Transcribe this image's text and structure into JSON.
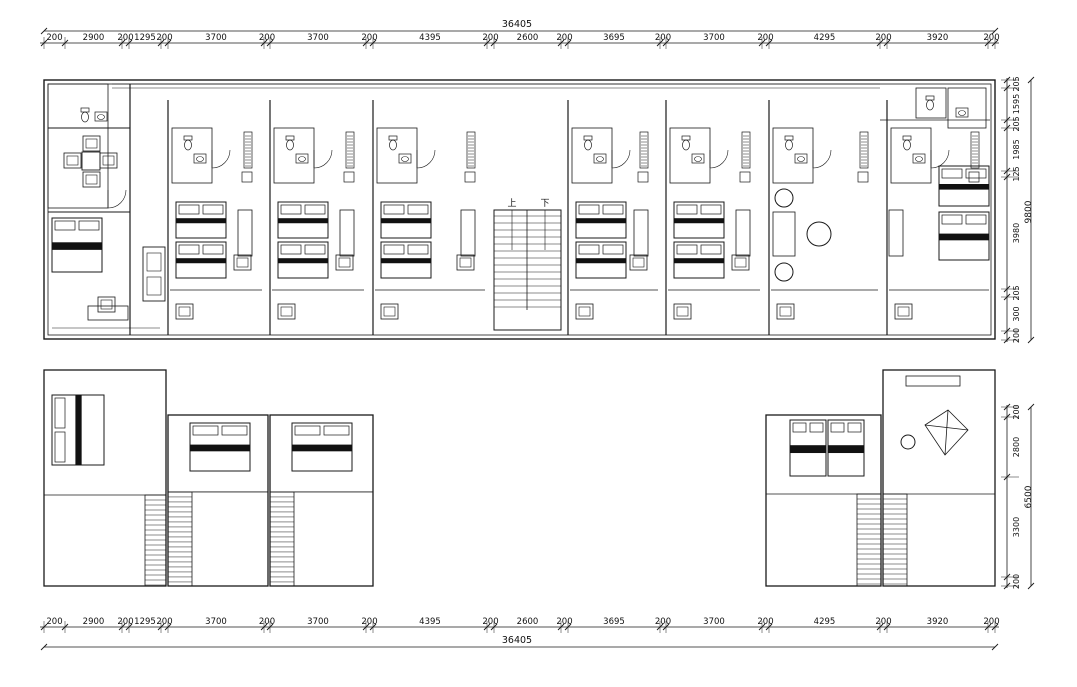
{
  "dimensions": {
    "total": "36405",
    "top_segments": [
      "200",
      "2900",
      "200",
      "1295",
      "200",
      "3700",
      "200",
      "3700",
      "200",
      "4395",
      "200",
      "2600",
      "200",
      "3695",
      "200",
      "3700",
      "200",
      "4295",
      "200",
      "3920",
      "200"
    ],
    "bottom_segments": [
      "200",
      "2900",
      "200",
      "1295",
      "200",
      "3700",
      "200",
      "3700",
      "200",
      "4395",
      "200",
      "2600",
      "200",
      "3695",
      "200",
      "3700",
      "200",
      "4295",
      "200",
      "3920",
      "200"
    ],
    "right_upper": [
      "205",
      "1595",
      "205",
      "1985",
      "125",
      "3980",
      "205",
      "300",
      "200"
    ],
    "right_upper_total": "9800",
    "right_lower": [
      "200",
      "2800",
      "3300",
      "200"
    ],
    "right_lower_total": "6500"
  },
  "stair_labels": {
    "up": "上",
    "down": "下"
  },
  "colors": {
    "line": "#1a1a1a",
    "bedding": "#111111",
    "background": "#ffffff"
  }
}
